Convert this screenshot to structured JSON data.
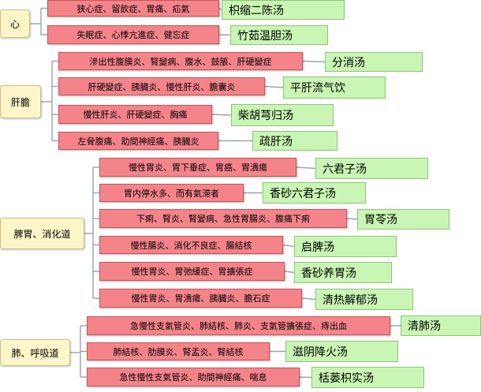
{
  "categories": [
    {
      "label": "心"
    },
    {
      "label": "肝膽"
    },
    {
      "label": "脾胃、消化道"
    },
    {
      "label": "肺、呼吸道"
    }
  ],
  "rows": [
    {
      "cat": 0,
      "symptoms": "狭心症、留飲症、胃痛、疝氣",
      "formula": "枳缩二陈汤"
    },
    {
      "cat": 0,
      "symptoms": "失眠症、心悸亢進症、健忘症",
      "formula": "竹茹温胆汤"
    },
    {
      "cat": 1,
      "symptoms": "滲出性腹膜炎、腎變病、腹水、鼓脹、肝硬變症",
      "formula": "分消汤"
    },
    {
      "cat": 1,
      "symptoms": "肝硬變症、胰臓炎、慢性肝炎、膽囊炎",
      "formula": "平肝流气饮"
    },
    {
      "cat": 1,
      "symptoms": "慢性肝炎、肝硬變症、胸痛",
      "formula": "柴胡芎归汤"
    },
    {
      "cat": 1,
      "symptoms": "左脅腹痛、助間神經痛、胰臓炎",
      "formula": "疏肝汤"
    },
    {
      "cat": 2,
      "symptoms": "慢性胃炎、胃下垂症、胃癌、胃潰瘍",
      "formula": "六君子汤"
    },
    {
      "cat": 2,
      "symptoms": "胃内停水多、而有氣滞者",
      "formula": "香砂六君子汤"
    },
    {
      "cat": 2,
      "symptoms": "下痢、腎炎、腎變病、急性胃腸炎、腹痛下痢",
      "formula": "胃苓汤"
    },
    {
      "cat": 2,
      "symptoms": "慢性腸炎、消化不良症、腸結核",
      "formula": "启脾汤"
    },
    {
      "cat": 2,
      "symptoms": "慢性胃炎、胃弛緩症、胃擴張症",
      "formula": "香砂养胃汤"
    },
    {
      "cat": 2,
      "symptoms": "慢性胃炎、胃潰瘍、胰臓炎、膽石症",
      "formula": "清热解郁汤"
    },
    {
      "cat": 3,
      "symptoms": "急慢性支氣管炎、肺結核、肺炎、支氣管擴張症、痔出血",
      "formula": "清肺汤"
    },
    {
      "cat": 3,
      "symptoms": "肺結核、肋膜炎、腎盂炎、腎結核",
      "formula": "滋阴降火汤"
    },
    {
      "cat": 3,
      "symptoms": "急性慢性支氣管炎、助間神經痛、喘息",
      "formula": "栝蒌枳实汤"
    }
  ],
  "colors": {
    "category_fill": "#fdf6c8",
    "symptom_fill": "#f4848a",
    "formula_fill": "#c9f6b4",
    "connector": "#9aa3ad"
  }
}
